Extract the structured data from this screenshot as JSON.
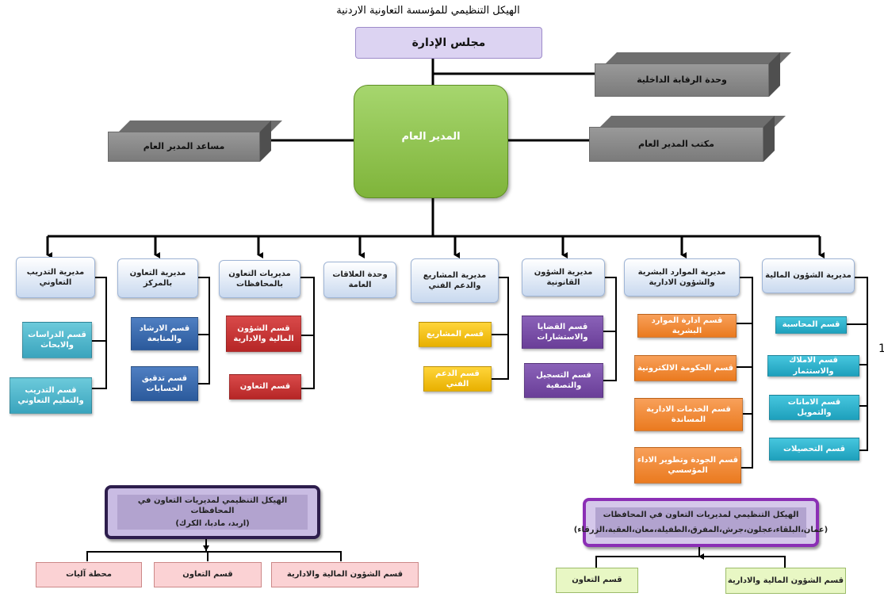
{
  "title": "الهيكل التنظيمي للمؤسسة التعاونية الاردنية",
  "board": "مجلس الإدارة",
  "internal_audit": "وحدة الرقابة الداخلية",
  "gm_office": "مكتب المدير العام",
  "assistant_gm": "مساعد المدير العام",
  "general_manager": "المدير العام",
  "directorates": [
    {
      "label": "مديرية الشؤون المالية"
    },
    {
      "label": "مديرية الموارد البشرية والشؤون الادارية"
    },
    {
      "label": "مديرية الشؤون القانونية"
    },
    {
      "label": "مديرية المشاريع والدعم الفني"
    },
    {
      "label": "وحدة العلاقات العامة"
    },
    {
      "label": "مديريات التعاون بالمحافظات"
    },
    {
      "label": "مديرية التعاون بالمركز"
    },
    {
      "label": "مديرية التدريب التعاوني"
    }
  ],
  "sections": {
    "finance": [
      "قسم المحاسبة",
      "قسم الاملاك والاستثمار",
      "قسم الامانات والتمويل",
      "قسم التحصيلات"
    ],
    "hr": [
      "قسم ادارة الموارد البشرية",
      "قسم الحكومة الالكترونية",
      "قسم الخدمات الادارية المساندة",
      "قسم الجودة وتطوير الاداء المؤسسي"
    ],
    "legal": [
      "قسم القضايا والاستشارات",
      "قسم التسجيل والتصفية"
    ],
    "projects": [
      "قسم المشاريع",
      "قسم الدعم الفني"
    ],
    "governorates": [
      "قسم الشؤون المالية والادارية",
      "قسم التعاون"
    ],
    "center": [
      "قسم الارشاد والمتابعة",
      "قسم تدقيق الحسابات"
    ],
    "training": [
      "قسم الدراسات والابحاث",
      "قسم التدريب والتعليم التعاوني"
    ]
  },
  "gov_structure_left": {
    "title": "الهيكل التنظيمي لمديريات التعاون في المحافظات",
    "subtitle": "(اربد، مادبا، الكرك)",
    "sections": [
      "محطة آليات",
      "قسم التعاون",
      "قسم الشؤون المالية والادارية"
    ]
  },
  "gov_structure_right": {
    "title": "الهيكل التنظيمي لمديريات التعاون في المحافظات",
    "subtitle": "(عمان،البلقاء،عجلون،جرش،المفرق،الطفيلة،معان،العقبة،الزرقاء)",
    "sections": [
      "قسم التعاون",
      "قسم الشؤون المالية والادارية"
    ]
  },
  "edge_mark": "1",
  "colors": {
    "board": "#dcd3f2",
    "general_manager": "#8cc152",
    "gray_unit": "#8a8a8a",
    "directorate": "#c9d9ef",
    "teal": "#3aa4bd",
    "blue": "#2b5a9c",
    "red": "#b62626",
    "yellow": "#e8b000",
    "purple": "#6a3e98",
    "orange": "#ea7a1f",
    "pink": "#fbd2d4",
    "light_green": "#e8f7c4"
  }
}
